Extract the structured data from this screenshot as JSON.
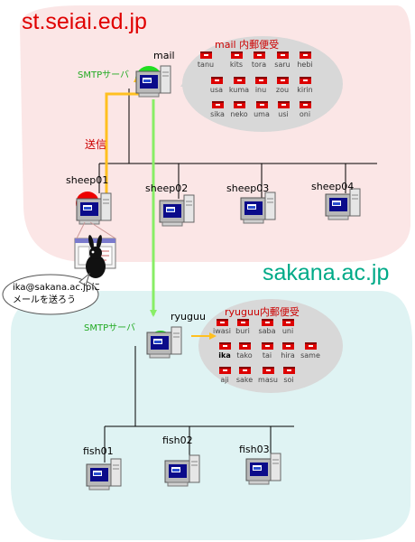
{
  "domains": {
    "top": "st.seiai.ed.jp",
    "bottom": "sakana.ac.jp"
  },
  "hosts": {
    "mail": "mail",
    "sheep01": "sheep01",
    "sheep02": "sheep02",
    "sheep03": "sheep03",
    "sheep04": "sheep04",
    "ryuguu": "ryuguu",
    "fish01": "fish01",
    "fish02": "fish02",
    "fish03": "fish03"
  },
  "smtp_label": "SMTPサーバ",
  "send_label": "送信",
  "mailbox_titles": {
    "mail": "mail 内郵便受",
    "ryuguu": "ryuguu内郵便受"
  },
  "mailboxes_mail": [
    "tanu",
    "kits",
    "tora",
    "saru",
    "hebi",
    "usa",
    "kuma",
    "inu",
    "zou",
    "kirin",
    "sika",
    "neko",
    "uma",
    "usi",
    "oni"
  ],
  "mailboxes_ryuguu": [
    "iwasi",
    "buri",
    "saba",
    "uni",
    "ika",
    "tako",
    "tai",
    "hira",
    "same",
    "aji",
    "sake",
    "masu",
    "soi"
  ],
  "speech_bubble": [
    "ika@sakana.ac.jpに",
    "メールを送ろう"
  ],
  "colors": {
    "top_region": "#fbe6e6",
    "bottom_region": "#dff3f3",
    "bubble": "#d8d8d8",
    "smtp_green": "#22dd22",
    "send_red": "#ee0000",
    "arrow_orange": "#ffc020",
    "arrow_green": "#88ee66",
    "mailbox_red": "#dd0000"
  },
  "icons": [
    "computer-icon",
    "mailbox-icon",
    "rabbit-user-icon",
    "browser-screen-icon"
  ]
}
